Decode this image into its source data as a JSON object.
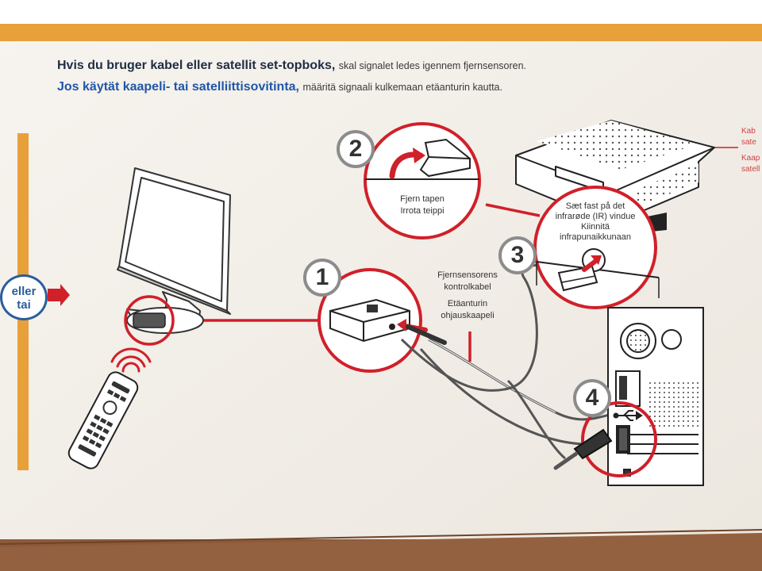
{
  "headings": {
    "danish_bold": "Hvis du bruger kabel eller satellit set-topboks,",
    "danish_rest": "skal signalet ledes igennem fjernsensoren.",
    "finnish_bold": "Jos käytät kaapeli- tai satelliittisovitinta,",
    "finnish_rest": "määritä signaali kulkemaan etäanturin kautta."
  },
  "steps": [
    {
      "number": "1"
    },
    {
      "number": "2",
      "label_da": "Fjern tapen",
      "label_fi": "Irrota teippi"
    },
    {
      "number": "3",
      "label_da_1": "Sæt fast på det",
      "label_da_2": "infrarøde (IR) vindue",
      "label_fi_1": "Kiinnitä",
      "label_fi_2": "infrapunaikkunaan"
    },
    {
      "number": "4"
    }
  ],
  "cable_label": {
    "da_1": "Fjernsensorens",
    "da_2": "kontrolkabel",
    "fi_1": "Etäanturin",
    "fi_2": "ohjauskaapeli"
  },
  "side_note": {
    "line1": "Kab",
    "line2": "sate",
    "line3": "Kaap",
    "line4": "satell"
  },
  "or_badge": {
    "line1": "eller",
    "line2": "tai"
  },
  "icons": [
    "monitor-icon",
    "remote-control-icon",
    "ir-signal-icon",
    "set-top-box-icon",
    "remote-sensor-icon",
    "pc-tower-icon",
    "usb-icon",
    "arrow-icon"
  ],
  "colors": {
    "accent_red": "#d0202a",
    "orange_band": "#e8a03a",
    "heading_dark": "#1f2d44",
    "heading_blue": "#1f56a8",
    "badge_gray": "#8c8c8c"
  }
}
